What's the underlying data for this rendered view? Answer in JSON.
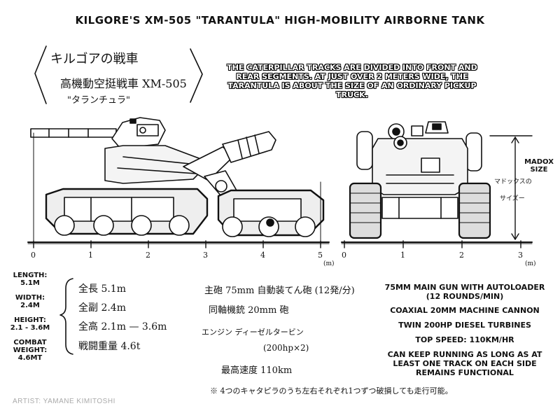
{
  "title": "KILGORE'S XM-505 \"TARANTULA\" HIGH-MOBILITY AIRBORNE TANK",
  "caption": "THE CATERPILLAR TRACKS ARE DIVIDED INTO FRONT AND REAR SEGMENTS. AT JUST OVER 2 METERS WIDE, THE TARANTULA IS ABOUT THE SIZE OF AN ORDINARY PICKUP TRUCK.",
  "jp_header": {
    "line1": "キルゴアの戦車",
    "line2": "高機動空挺戦車 XM-505",
    "line3": "\"タランチュラ\""
  },
  "madox": {
    "label_line1": "MADOX",
    "label_line2": "SIZE",
    "jp_line1": "マドックスの",
    "jp_line2": "サイズー"
  },
  "side_scale": {
    "ticks": [
      "0",
      "1",
      "2",
      "3",
      "4",
      "5"
    ],
    "unit": "(m)"
  },
  "front_scale": {
    "ticks": [
      "0",
      "1",
      "2",
      "3"
    ],
    "unit": "(m)"
  },
  "specs": [
    {
      "label_line1": "LENGTH:",
      "label_line2": "5.1M",
      "jp": "全長 5.1m"
    },
    {
      "label_line1": "WIDTH:",
      "label_line2": "2.4M",
      "jp": "全副 2.4m"
    },
    {
      "label_line1": "HEIGHT:",
      "label_line2": "2.1 - 3.6M",
      "jp": "全高 2.1m — 3.6m"
    },
    {
      "label_line1": "COMBAT",
      "label_line2": "WEIGHT:",
      "label_line3": "4.6MT",
      "jp": "戦闘重量 4.6t"
    }
  ],
  "jp_notes": {
    "main_gun": "主砲 75mm 自動装てん砲 (12発/分)",
    "coaxial": "同軸機銃 20mm 砲",
    "engine": "エンジン ディーゼルタービン",
    "engine_hp": "(200hp×2)",
    "speed": "最高速度 110km",
    "footnote": "※ 4つのキャタピラのうち左右それぞれ1つずつ破損しても走行可能。"
  },
  "features": [
    "75MM MAIN GUN WITH AUTOLOADER (12 ROUNDS/MIN)",
    "COAXIAL 20MM MACHINE CANNON",
    "TWIN 200HP DIESEL TURBINES",
    "TOP SPEED: 110KM/HR",
    "CAN KEEP RUNNING AS LONG AS AT LEAST ONE TRACK ON EACH SIDE REMAINS FUNCTIONAL"
  ],
  "artist": "ARTIST: YAMANE KIMITOSHI"
}
